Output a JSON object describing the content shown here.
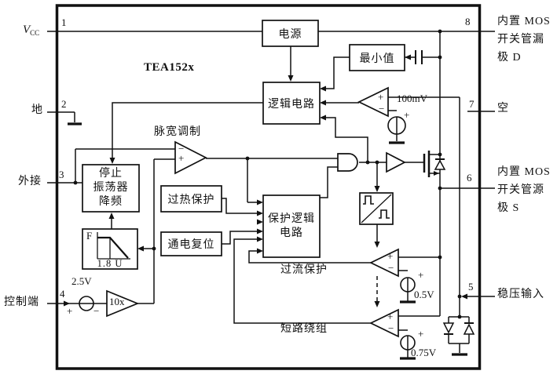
{
  "chip": {
    "name": "TEA152x"
  },
  "pins": {
    "p1": {
      "num": "1",
      "label_main": "V",
      "label_sub": "CC"
    },
    "p2": {
      "num": "2",
      "label": "地"
    },
    "p3": {
      "num": "3",
      "label": "外接"
    },
    "p4": {
      "num": "4",
      "label": "控制端"
    },
    "p5": {
      "num": "5",
      "label": "稳压输入"
    },
    "p6": {
      "num": "6",
      "lines": [
        "内置 MOS",
        "开关管源",
        "极 S"
      ]
    },
    "p7": {
      "num": "7",
      "label": "空"
    },
    "p8": {
      "num": "8",
      "lines": [
        "内置 MOS",
        "开关管漏",
        "极 D"
      ]
    }
  },
  "blocks": {
    "power": "电源",
    "minimum": "最小值",
    "logic": "逻辑电路",
    "pwm": "脉宽调制",
    "stop_osc": [
      "停止",
      "振荡器",
      "降频"
    ],
    "thermal": "过热保护",
    "por": "通电复位",
    "prot_logic": [
      "保护逻辑",
      "电路"
    ],
    "ocp": "过流保护",
    "short_winding": "短路绕组",
    "freq_curve": {
      "y_axis": "F",
      "x_axis": "1.8 U"
    }
  },
  "values": {
    "ref_demag": "100mV",
    "ref_ctrl": "2.5V",
    "gain": "10x",
    "ref_ocp": "0.5V",
    "ref_short": "0.75V"
  },
  "symbols": {
    "plus": "+",
    "minus": "−"
  }
}
